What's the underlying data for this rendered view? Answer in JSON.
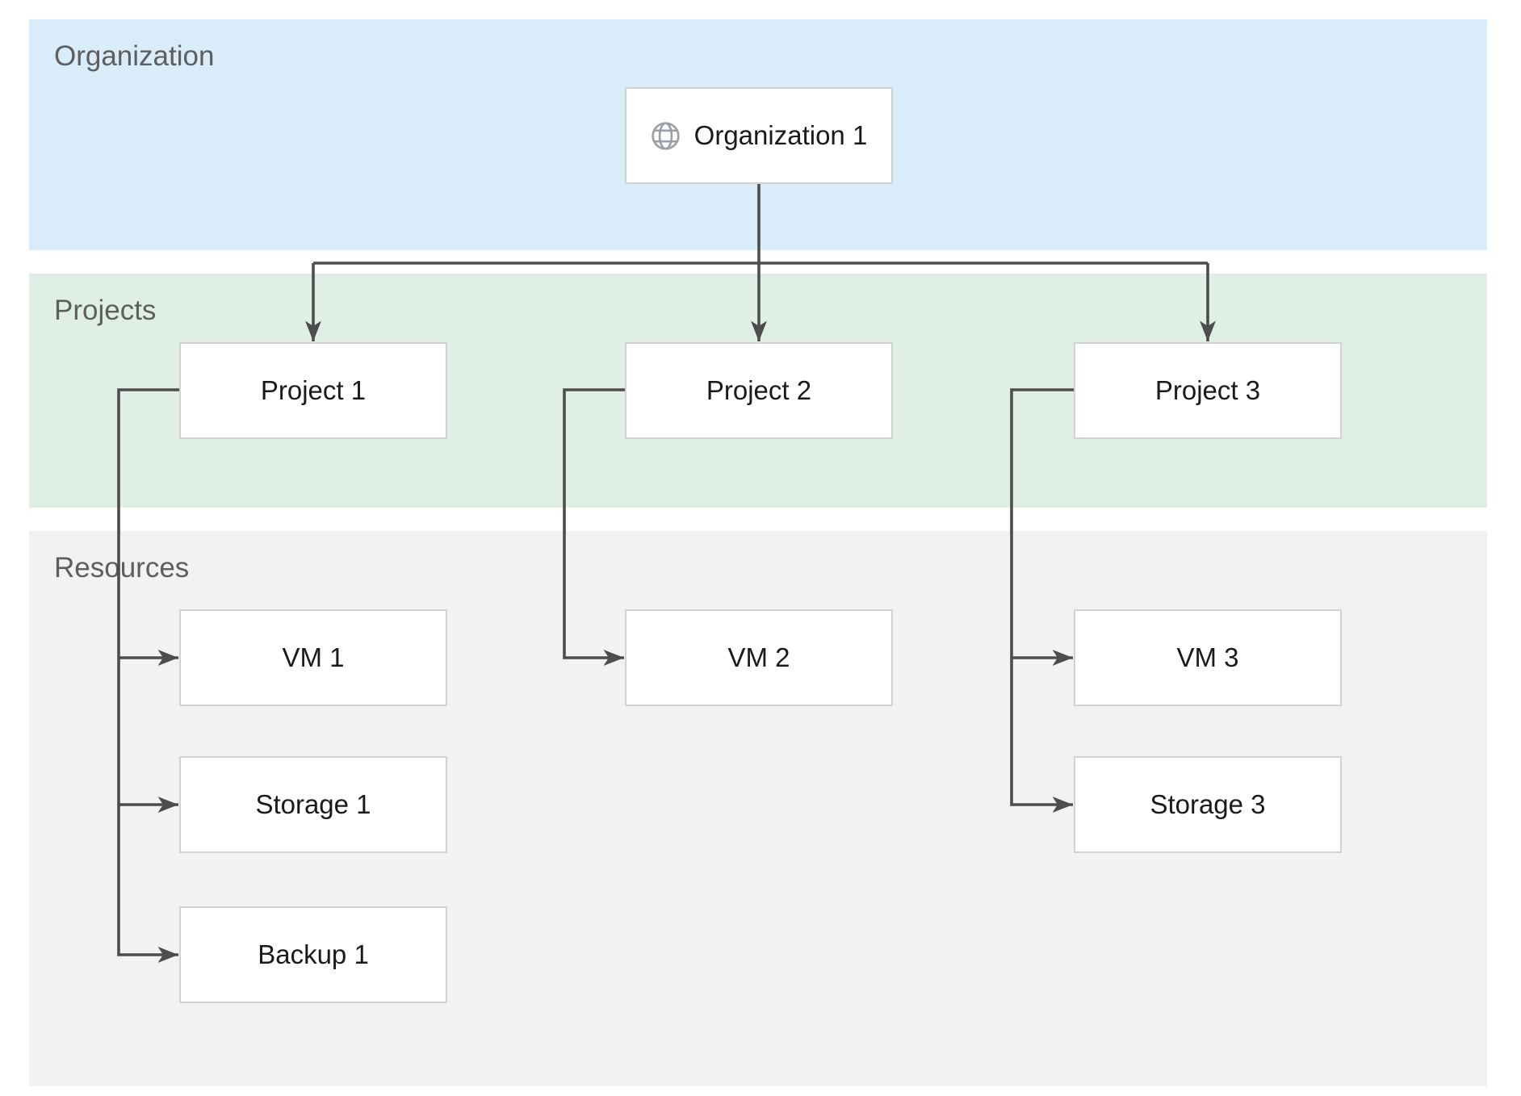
{
  "diagram": {
    "bands": [
      {
        "id": "organization",
        "label": "Organization",
        "color": "#d9ecf9"
      },
      {
        "id": "projects",
        "label": "Projects",
        "color": "#e0efe5"
      },
      {
        "id": "resources",
        "label": "Resources",
        "color": "#f2f2f2"
      }
    ],
    "nodes": [
      {
        "id": "organization-1",
        "label": "Organization 1",
        "icon": "globe-icon",
        "band": "organization"
      },
      {
        "id": "project-1",
        "label": "Project 1",
        "band": "projects"
      },
      {
        "id": "project-2",
        "label": "Project 2",
        "band": "projects"
      },
      {
        "id": "project-3",
        "label": "Project 3",
        "band": "projects"
      },
      {
        "id": "vm-1",
        "label": "VM 1",
        "band": "resources"
      },
      {
        "id": "storage-1",
        "label": "Storage 1",
        "band": "resources"
      },
      {
        "id": "backup-1",
        "label": "Backup 1",
        "band": "resources"
      },
      {
        "id": "vm-2",
        "label": "VM 2",
        "band": "resources"
      },
      {
        "id": "vm-3",
        "label": "VM 3",
        "band": "resources"
      },
      {
        "id": "storage-3",
        "label": "Storage 3",
        "band": "resources"
      }
    ],
    "edges": [
      {
        "from": "organization-1",
        "to": "project-1"
      },
      {
        "from": "organization-1",
        "to": "project-2"
      },
      {
        "from": "organization-1",
        "to": "project-3"
      },
      {
        "from": "project-1",
        "to": "vm-1"
      },
      {
        "from": "project-1",
        "to": "storage-1"
      },
      {
        "from": "project-1",
        "to": "backup-1"
      },
      {
        "from": "project-2",
        "to": "vm-2"
      },
      {
        "from": "project-3",
        "to": "vm-3"
      },
      {
        "from": "project-3",
        "to": "storage-3"
      }
    ],
    "colors": {
      "band_organization": "#d9ecf9",
      "band_projects": "#e0efe5",
      "band_resources": "#f2f2f2",
      "node_fill": "#ffffff",
      "node_border": "#d1d1d1",
      "connector": "#4d4d4d",
      "node_text": "#1a1a1a",
      "band_label_text": "#5e5e5e",
      "globe_icon": "#9aa0a3"
    }
  }
}
